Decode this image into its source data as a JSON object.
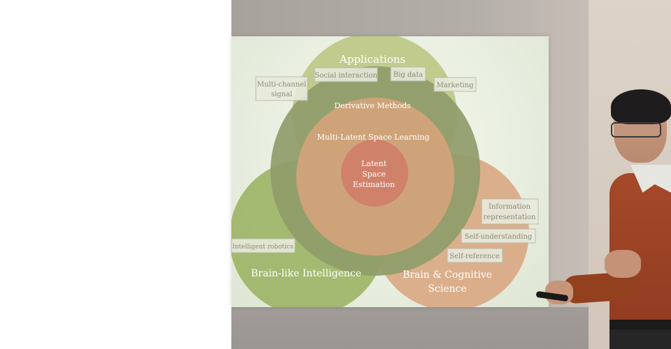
{
  "slide": {
    "circles": {
      "top": "Applications",
      "left": "Brain-like Intelligence",
      "right_line1": "Brain & Cognitive",
      "right_line2": "Science",
      "derivative": "Derivative Methods",
      "multi_latent": "Multi-Latent Space Learning",
      "core_line1": "Latent",
      "core_line2": "Space",
      "core_line3": "Estimation"
    },
    "boxes": {
      "multi_channel_line1": "Multi-channel",
      "multi_channel_line2": "signal",
      "social_interaction": "Social interaction",
      "big_data": "Big data",
      "marketing": "Marketing",
      "intelligent_robotics": "Intelligent robotics",
      "information_line1": "Information",
      "information_line2": "representation",
      "self_understanding": "Self-understanding",
      "self_reference": "Self-reference"
    }
  },
  "colors": {
    "applications": "#b9c47e",
    "brain_like": "#98b05e",
    "brain_cognitive": "#d8a37c",
    "derivative": "#8f9c6a",
    "multi_latent": "#d2a37a",
    "core": "#d0816a"
  }
}
